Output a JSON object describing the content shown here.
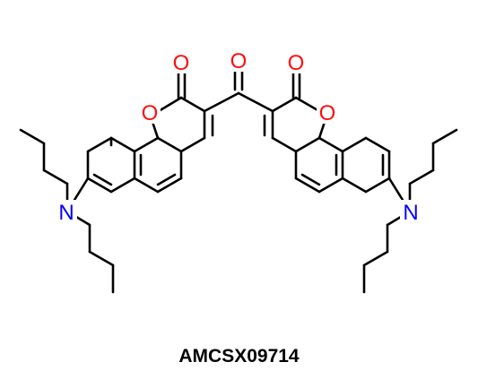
{
  "compound": {
    "id": "AMCSX09714"
  },
  "atoms": [
    {
      "key": "o_carbonyl_left",
      "symbol": "O",
      "color": "#ff0d0d"
    },
    {
      "key": "o_ketone",
      "symbol": "O",
      "color": "#ff0d0d"
    },
    {
      "key": "o_carbonyl_right",
      "symbol": "O",
      "color": "#ff0d0d"
    },
    {
      "key": "o_ring_left",
      "symbol": "O",
      "color": "#ff0d0d"
    },
    {
      "key": "o_ring_right",
      "symbol": "O",
      "color": "#ff0d0d"
    },
    {
      "key": "n_left",
      "symbol": "N",
      "color": "#0000ff"
    },
    {
      "key": "n_right",
      "symbol": "N",
      "color": "#0000ff"
    }
  ],
  "colors": {
    "bond": "#000000",
    "oxygen": "#ff0d0d",
    "nitrogen": "#0000ff"
  }
}
